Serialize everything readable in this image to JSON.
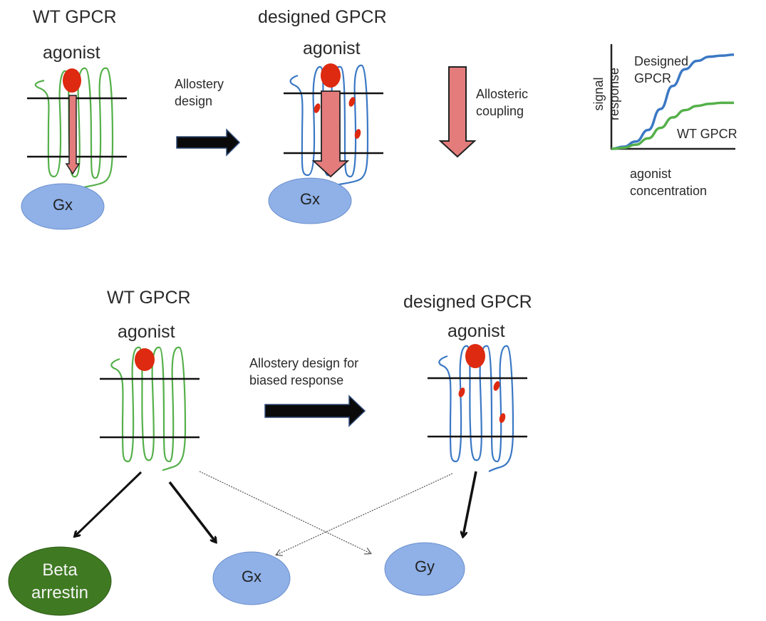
{
  "top": {
    "wt_title": "WT GPCR",
    "wt_agonist": "agonist",
    "wt_effector": "Gx",
    "transition_label_line1": "Allostery",
    "transition_label_line2": "design",
    "designed_title": "designed GPCR",
    "designed_agonist": "agonist",
    "designed_effector": "Gx",
    "coupling_label_line1": "Allosteric",
    "coupling_label_line2": "coupling"
  },
  "bottom": {
    "wt_title": "WT GPCR",
    "wt_agonist": "agonist",
    "transition_label_line1": "Allostery design for",
    "transition_label_line2": "biased response",
    "designed_title": "designed GPCR",
    "designed_agonist": "agonist",
    "effectors": {
      "beta_arrestin_line1": "Beta",
      "beta_arrestin_line2": "arrestin",
      "gx": "Gx",
      "gy": "Gy"
    }
  },
  "colors": {
    "wt_helix": "#55b04a",
    "designed_helix": "#3a78c4",
    "agonist": "#dd2a10",
    "coupling_arrow": "#e47c7c",
    "effector_blue": "#8fb1e8",
    "beta_arrestin": "#3f7a22"
  },
  "chart_data": {
    "type": "line",
    "title": "",
    "xlabel": "agonist concentration",
    "ylabel": "signal response",
    "xlabel_line1": "agonist",
    "xlabel_line2": "concentration",
    "ylabel_line1": "signal",
    "ylabel_line2": "response",
    "grid": false,
    "xlim": [
      0,
      1
    ],
    "ylim": [
      0,
      1
    ],
    "series": [
      {
        "name": "Designed GPCR",
        "label_line1": "Designed",
        "label_line2": "GPCR",
        "color": "#3a78c4",
        "x": [
          0,
          0.1,
          0.2,
          0.3,
          0.4,
          0.5,
          0.6,
          0.7,
          0.8,
          0.9,
          1.0
        ],
        "y": [
          0.0,
          0.02,
          0.07,
          0.18,
          0.38,
          0.6,
          0.76,
          0.84,
          0.88,
          0.89,
          0.9
        ]
      },
      {
        "name": "WT GPCR",
        "label_line1": "WT GPCR",
        "label_line2": "",
        "color": "#55b04a",
        "x": [
          0,
          0.1,
          0.2,
          0.3,
          0.4,
          0.5,
          0.6,
          0.7,
          0.8,
          0.9,
          1.0
        ],
        "y": [
          0.0,
          0.01,
          0.04,
          0.1,
          0.2,
          0.3,
          0.37,
          0.41,
          0.43,
          0.44,
          0.44
        ]
      }
    ]
  }
}
